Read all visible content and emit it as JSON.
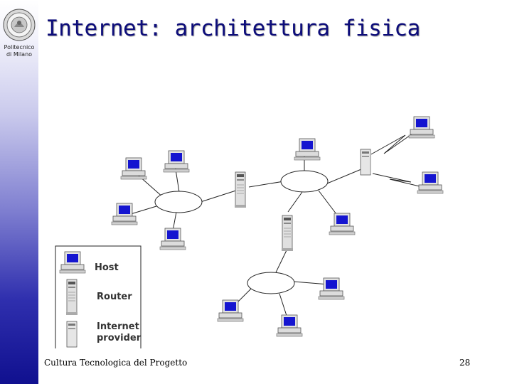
{
  "institution": {
    "line1": "Politecnico",
    "line2": "di Milano"
  },
  "slide": {
    "title": "Internet: architettura fisica"
  },
  "legend": {
    "host_label": "Host",
    "router_label": "Router",
    "provider_label_line1": "Internet",
    "provider_label_line2": "provider"
  },
  "footer": {
    "text": "Cultura Tecnologica del Progetto",
    "page_number": "28"
  },
  "icons": {
    "logo": "university-seal-icon",
    "host": "desktop-computer-icon",
    "router": "router-tower-icon",
    "provider": "server-tower-icon",
    "link": "lightning-link-icon"
  },
  "colors": {
    "title": "#0d0d7a",
    "screen": "#1515d0",
    "sidebar_bottom": "#10108f"
  }
}
